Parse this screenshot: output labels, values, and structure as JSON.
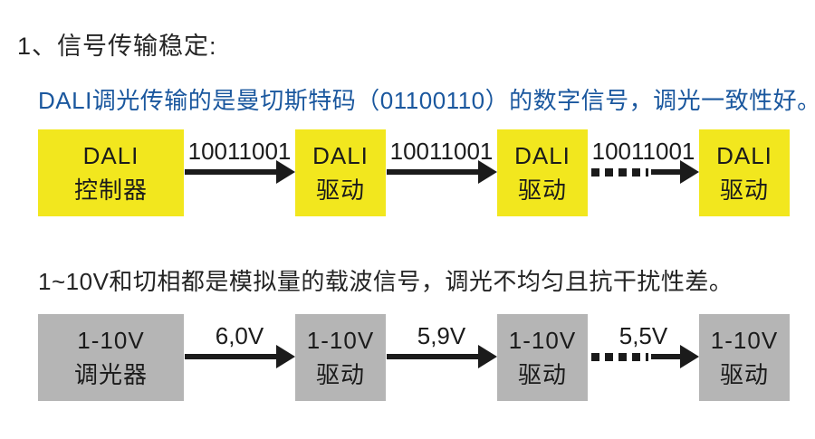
{
  "page": {
    "title": "1、信号传输稳定:",
    "dali_caption": "DALI调光传输的是曼切斯特码（01100110）的数字信号，调光一致性好。",
    "analog_caption": "1~10V和切相都是模拟量的载波信号，调光不均匀且抗干扰性差。"
  },
  "colors": {
    "dali_box_yellow": "#f2e71e",
    "analog_box_gray": "#b5b5b5",
    "caption_blue": "#1a579e",
    "text_dark": "#242424",
    "arrow_black": "#1b1b1b"
  },
  "dali_flow": {
    "boxes": [
      {
        "line1": "DALI",
        "line2": "控制器"
      },
      {
        "line1": "DALI",
        "line2": "驱动"
      },
      {
        "line1": "DALI",
        "line2": "驱动"
      },
      {
        "line1": "DALI",
        "line2": "驱动"
      }
    ],
    "arrows": [
      {
        "label": "10011001",
        "style": "solid"
      },
      {
        "label": "10011001",
        "style": "solid"
      },
      {
        "label": "10011001",
        "style": "dashed"
      }
    ]
  },
  "analog_flow": {
    "boxes": [
      {
        "line1": "1-10V",
        "line2": "调光器"
      },
      {
        "line1": "1-10V",
        "line2": "驱动"
      },
      {
        "line1": "1-10V",
        "line2": "驱动"
      },
      {
        "line1": "1-10V",
        "line2": "驱动"
      }
    ],
    "arrows": [
      {
        "label": "6,0V",
        "style": "solid"
      },
      {
        "label": "5,9V",
        "style": "solid"
      },
      {
        "label": "5,5V",
        "style": "dashed"
      }
    ]
  }
}
